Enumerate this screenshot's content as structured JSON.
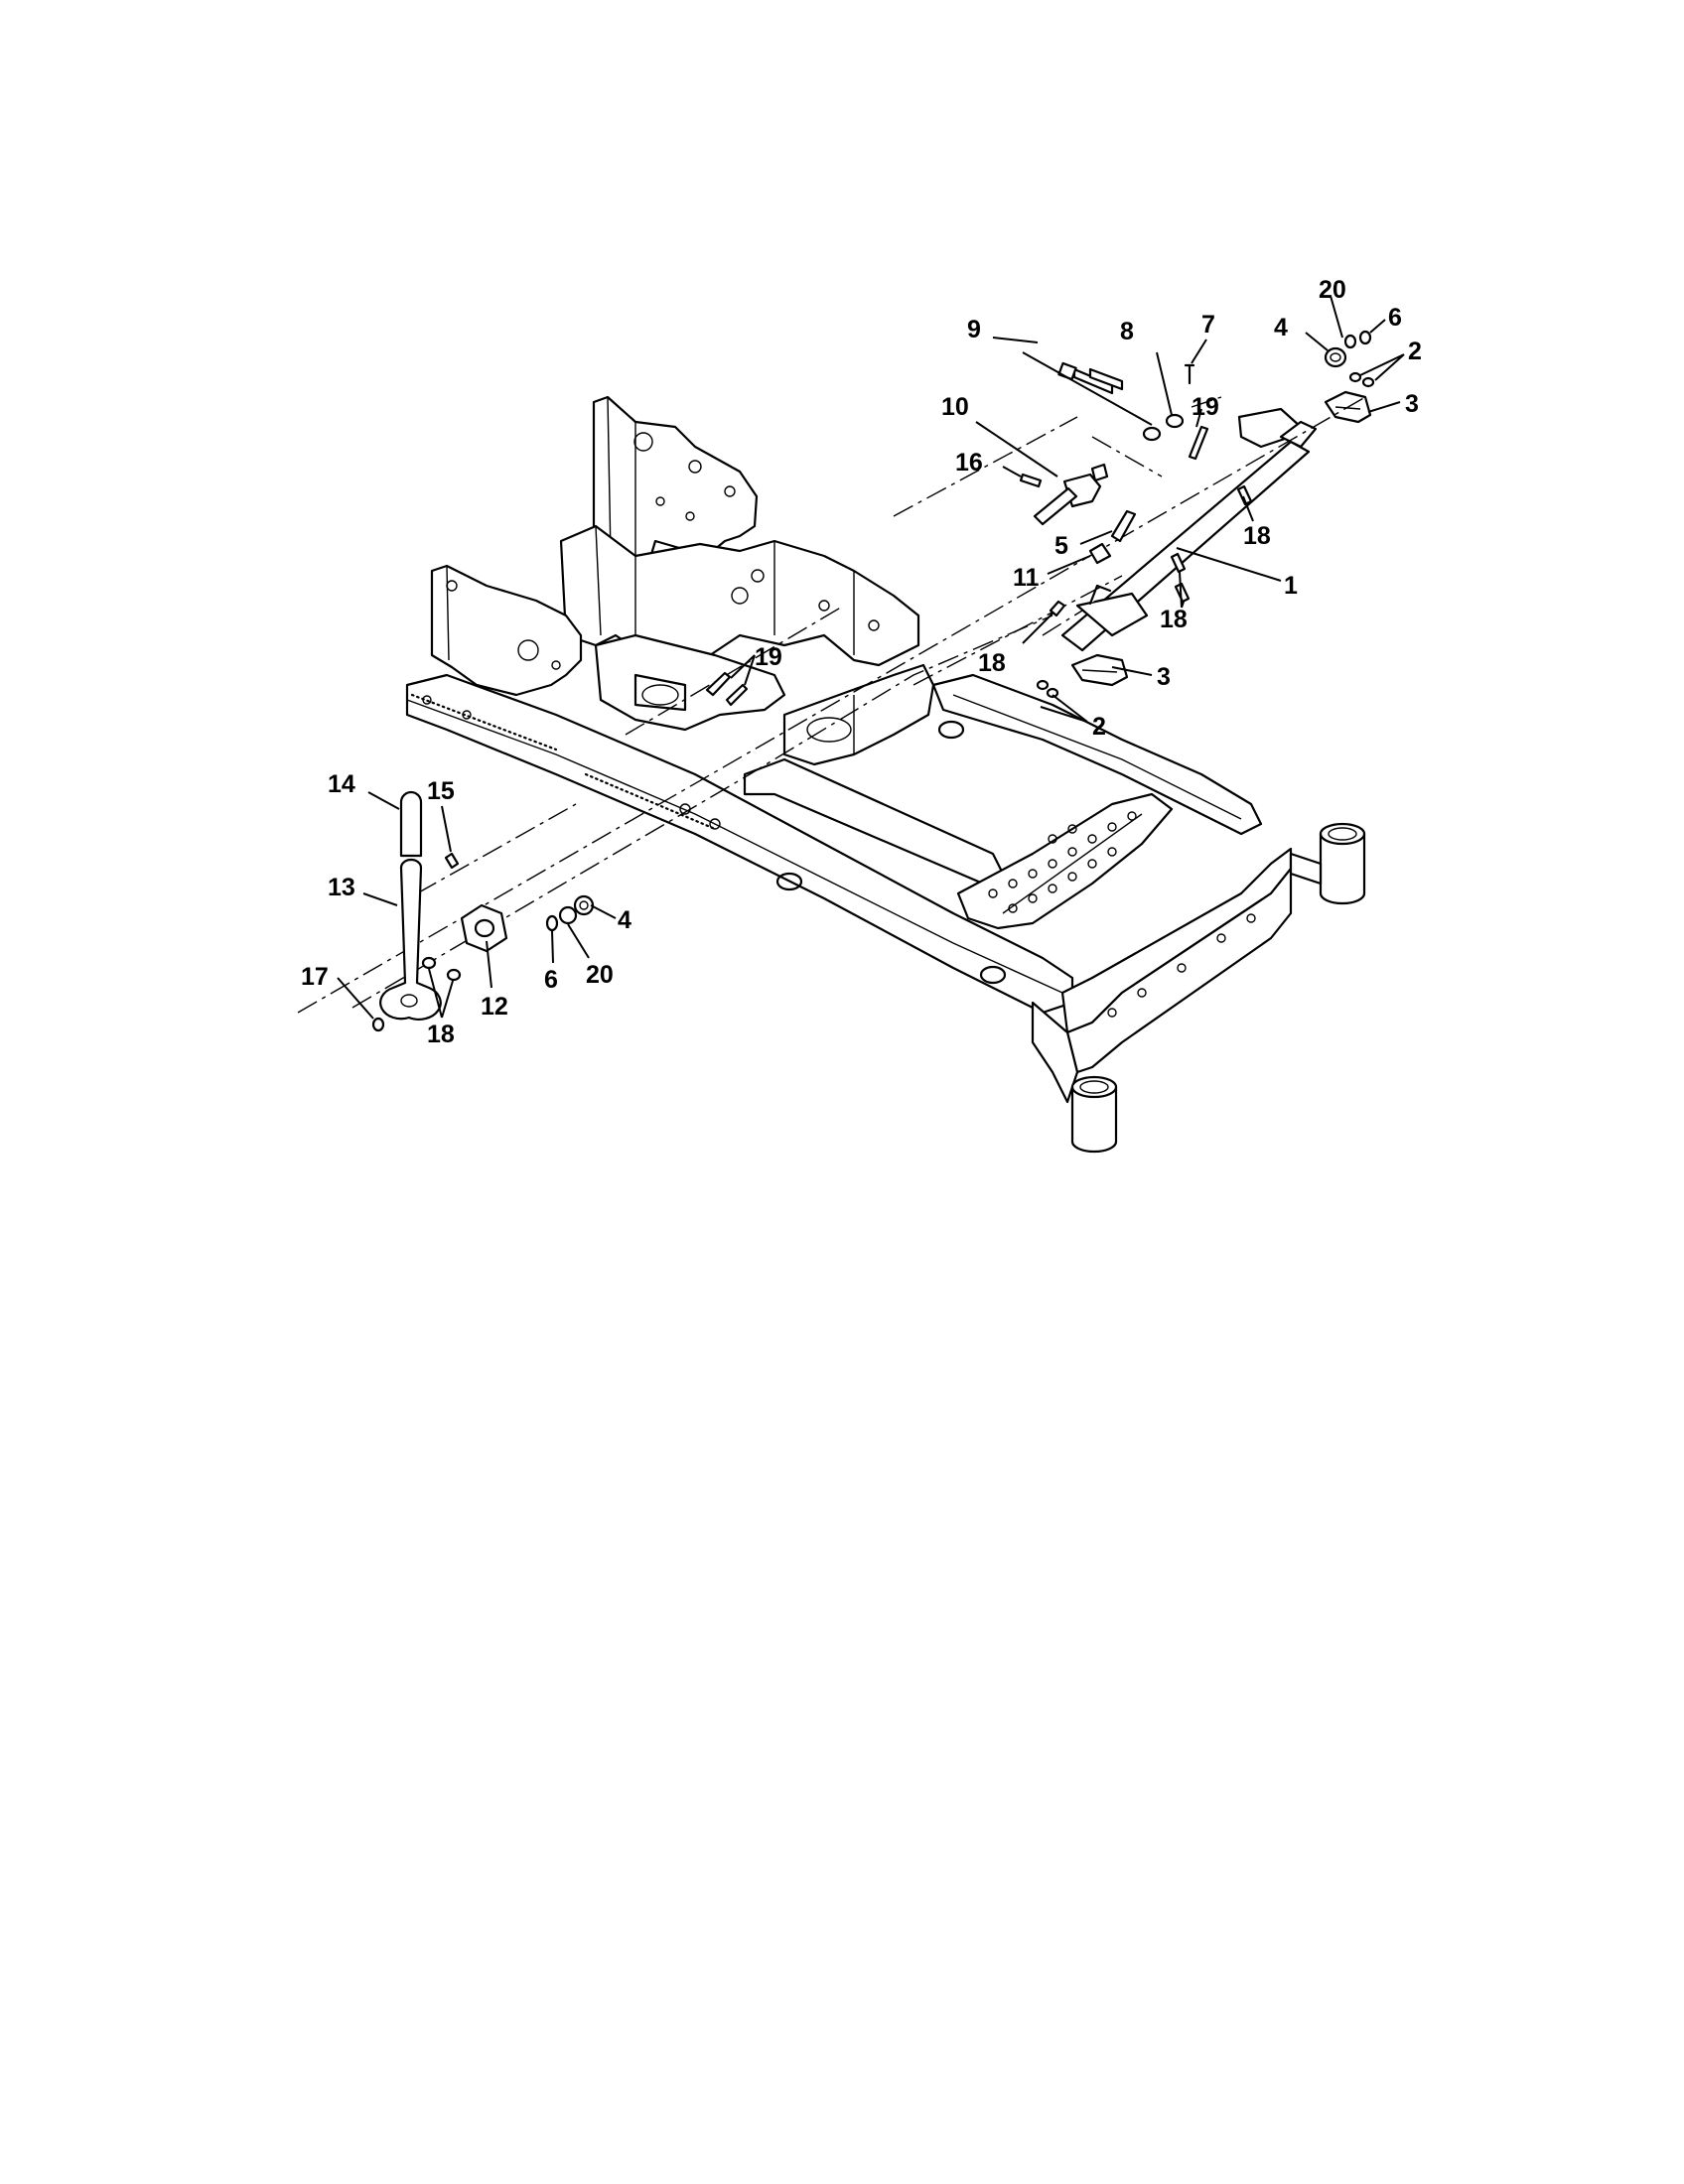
{
  "callouts": [
    {
      "id": "c1",
      "text": "1"
    },
    {
      "id": "c2a",
      "text": "2"
    },
    {
      "id": "c2b",
      "text": "2"
    },
    {
      "id": "c3a",
      "text": "3"
    },
    {
      "id": "c3b",
      "text": "3"
    },
    {
      "id": "c4a",
      "text": "4"
    },
    {
      "id": "c4b",
      "text": "4"
    },
    {
      "id": "c5",
      "text": "5"
    },
    {
      "id": "c6a",
      "text": "6"
    },
    {
      "id": "c6b",
      "text": "6"
    },
    {
      "id": "c7",
      "text": "7"
    },
    {
      "id": "c8",
      "text": "8"
    },
    {
      "id": "c9",
      "text": "9"
    },
    {
      "id": "c10",
      "text": "10"
    },
    {
      "id": "c11",
      "text": "11"
    },
    {
      "id": "c12",
      "text": "12"
    },
    {
      "id": "c13",
      "text": "13"
    },
    {
      "id": "c14",
      "text": "14"
    },
    {
      "id": "c15",
      "text": "15"
    },
    {
      "id": "c16",
      "text": "16"
    },
    {
      "id": "c17",
      "text": "17"
    },
    {
      "id": "c18a",
      "text": "18"
    },
    {
      "id": "c18b",
      "text": "18"
    },
    {
      "id": "c18c",
      "text": "18"
    },
    {
      "id": "c18d",
      "text": "18"
    },
    {
      "id": "c19a",
      "text": "19"
    },
    {
      "id": "c19b",
      "text": "19"
    },
    {
      "id": "c20a",
      "text": "20"
    },
    {
      "id": "c20b",
      "text": "20"
    }
  ]
}
